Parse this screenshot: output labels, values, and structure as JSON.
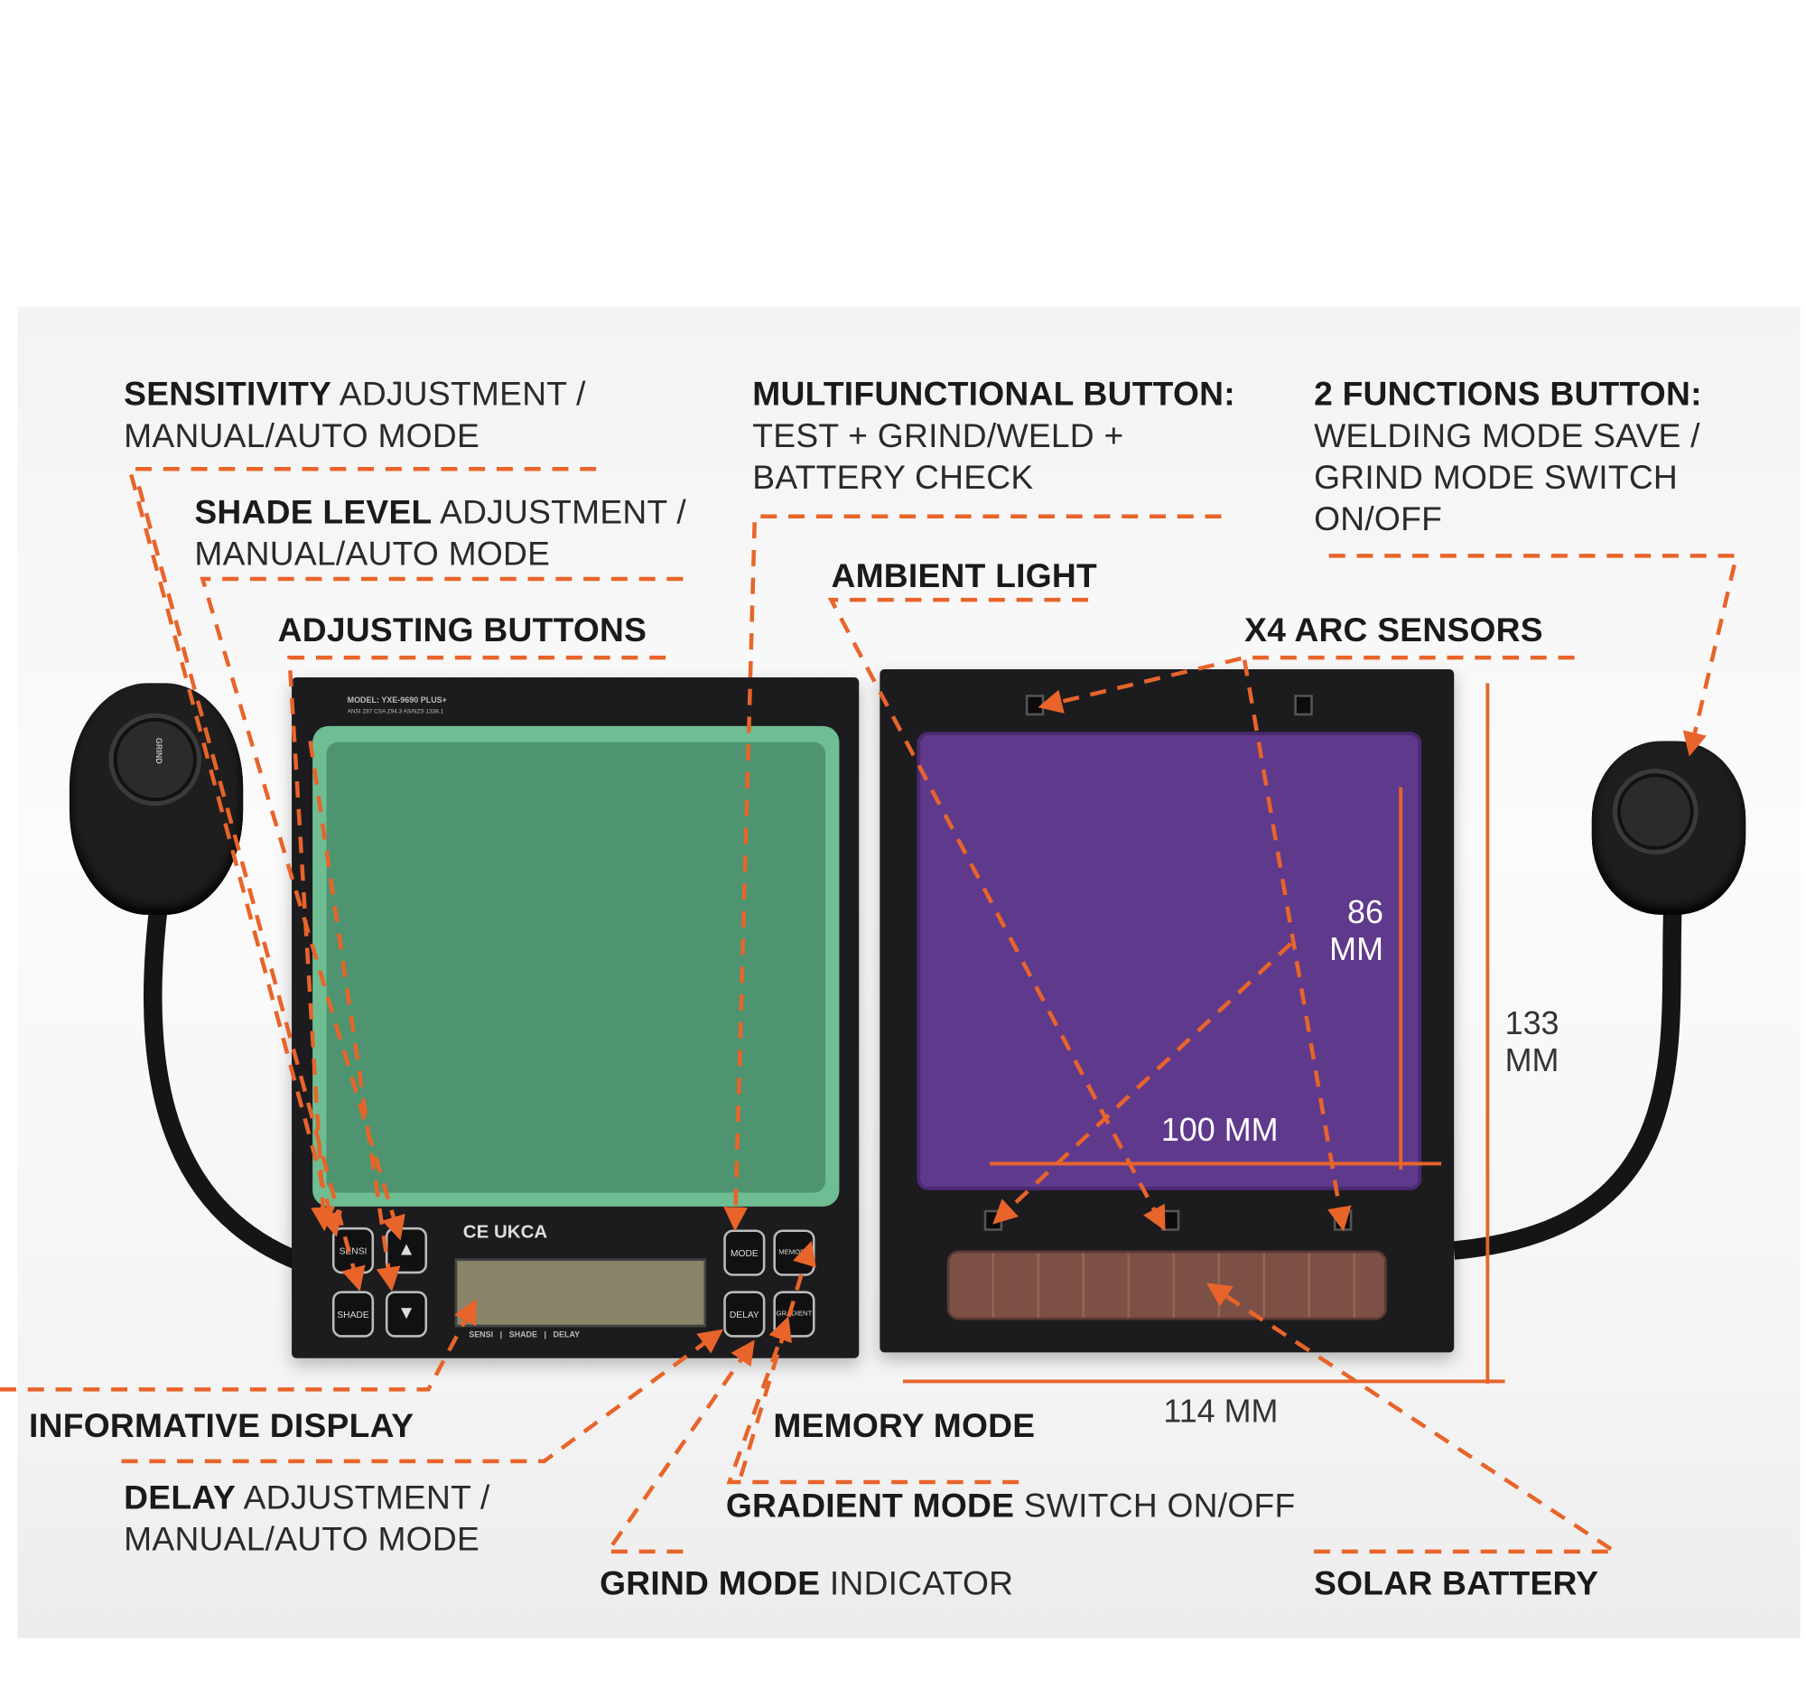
{
  "labels": {
    "sensitivity": {
      "bold": "SENSITIVITY",
      "rest": " ADJUSTMENT /",
      "line2": "MANUAL/AUTO MODE"
    },
    "shade": {
      "bold": "SHADE LEVEL",
      "rest": " ADJUSTMENT /",
      "line2": "MANUAL/AUTO MODE"
    },
    "adjusting": {
      "bold": "ADJUSTING BUTTONS"
    },
    "multifunctional": {
      "bold": "MULTIFUNCTIONAL BUTTON:",
      "line2": "TEST + GRIND/WELD +",
      "line3": "BATTERY CHECK"
    },
    "two_functions": {
      "bold": "2 FUNCTIONS BUTTON:",
      "line2": "WELDING MODE SAVE /",
      "line3": "GRIND MODE SWITCH",
      "line4": "ON/OFF"
    },
    "ambient": {
      "bold": "AMBIENT LIGHT"
    },
    "arc_sensors": {
      "bold": "X4 ARC SENSORS"
    },
    "informative": {
      "bold": "INFORMATIVE DISPLAY"
    },
    "delay": {
      "bold": "DELAY",
      "rest": " ADJUSTMENT /",
      "line2": "MANUAL/AUTO MODE"
    },
    "memory": {
      "bold": "MEMORY MODE"
    },
    "gradient": {
      "bold": "GRADIENT MODE",
      "rest": " SWITCH ON/OFF"
    },
    "grind": {
      "bold": "GRIND MODE",
      "rest": " INDICATOR"
    },
    "solar": {
      "bold": "SOLAR BATTERY"
    }
  },
  "dimensions": {
    "height_view": {
      "value": "86",
      "unit": "MM"
    },
    "width_view": "100 MM",
    "height_total": {
      "value": "133",
      "unit": "MM"
    },
    "width_total": "114 MM"
  },
  "filter": {
    "model": "MODEL: YXE-9690 PLUS+",
    "standards": "ANSI Z87 CSA Z94.3 AS/NZS 1338.1",
    "cert": "CE UKCA",
    "buttons": {
      "sensi": "SENSI",
      "shade": "SHADE",
      "mode": "MODE",
      "memory": "MEMORY",
      "delay": "DELAY",
      "gradient": "GRADIENT",
      "up": "▲",
      "down": "▼"
    },
    "bottom_labels": "SENSI   |   SHADE   |   DELAY",
    "knob_text": "GRIND"
  },
  "colors": {
    "accent": "#e8642a",
    "green": "#4e9470",
    "purple": "#5f3a8c"
  }
}
